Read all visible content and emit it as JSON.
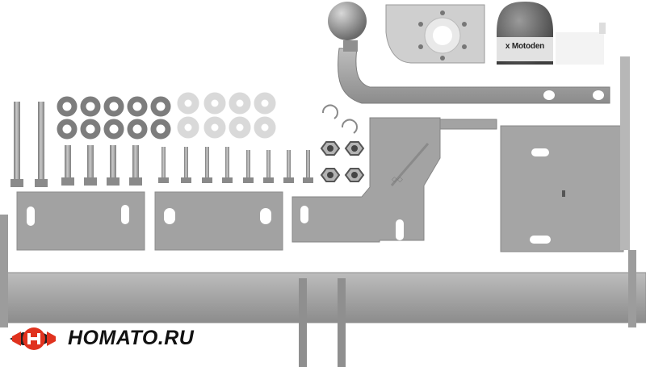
{
  "image": {
    "subject": "tow-bar-kit-parts",
    "background_color": "#ffffff",
    "metal_color": "#a7a7a7",
    "metal_dark_color": "#6e6e6e"
  },
  "hitch_cap": {
    "text": "x Motoden"
  },
  "logo": {
    "text": "HOMATO.RU",
    "accent_color": "#e0321e",
    "dark_color": "#222222"
  }
}
